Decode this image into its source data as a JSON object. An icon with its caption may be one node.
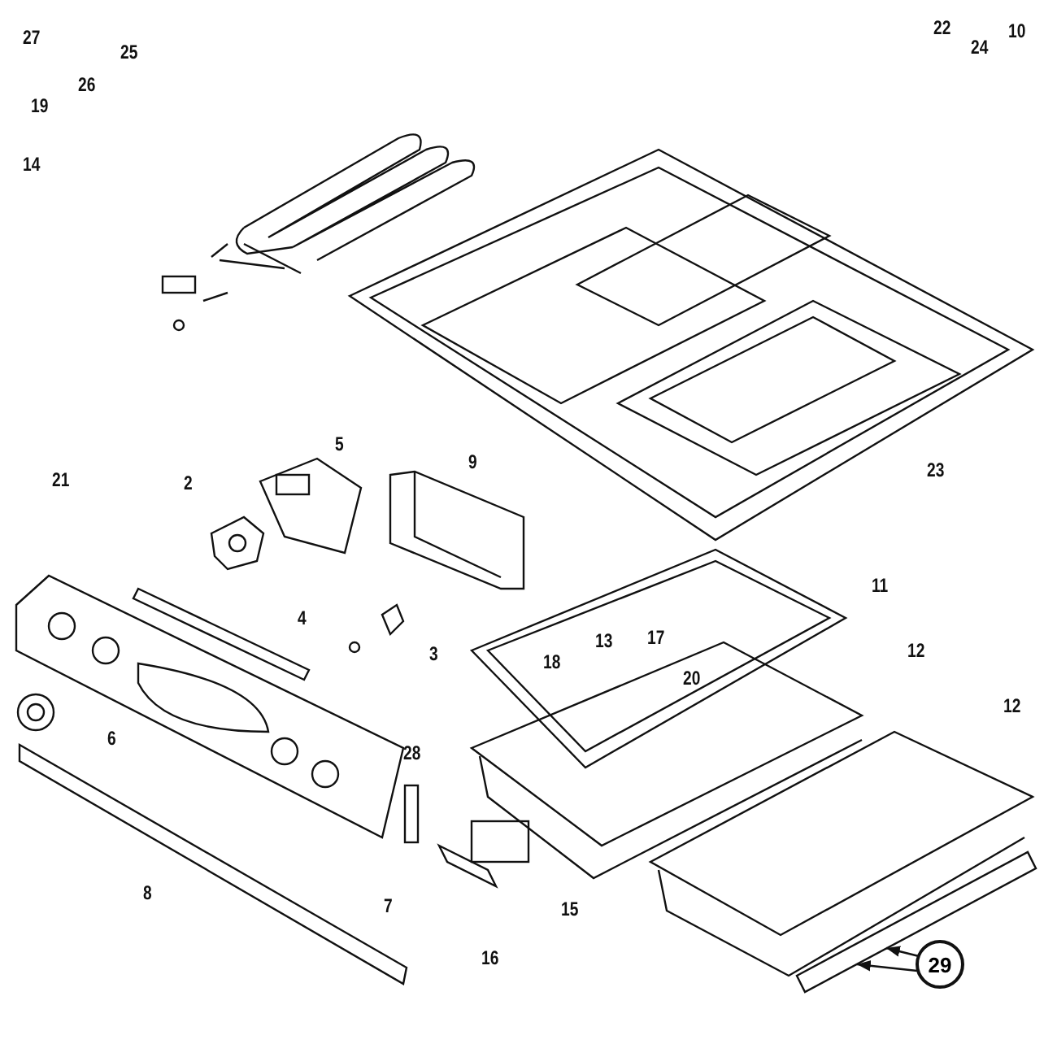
{
  "diagram": {
    "nodes": [
      {
        "text": [
          "29"
        ]
      },
      {
        "text": [],
        "shape": "picture"
      }
    ],
    "edges": [
      {
        "from": 0,
        "to": 1,
        "arrow": "to"
      },
      {
        "from": 0,
        "to": 1,
        "arrow": "to"
      }
    ],
    "labels": [
      "27",
      "25",
      "22",
      "24",
      "10",
      "26",
      "19",
      "14",
      "5",
      "9",
      "21",
      "2",
      "23",
      "11",
      "4",
      "3",
      "18",
      "13",
      "17",
      "12",
      "20",
      "12",
      "6",
      "28",
      "8",
      "7",
      "15",
      "16"
    ]
  }
}
